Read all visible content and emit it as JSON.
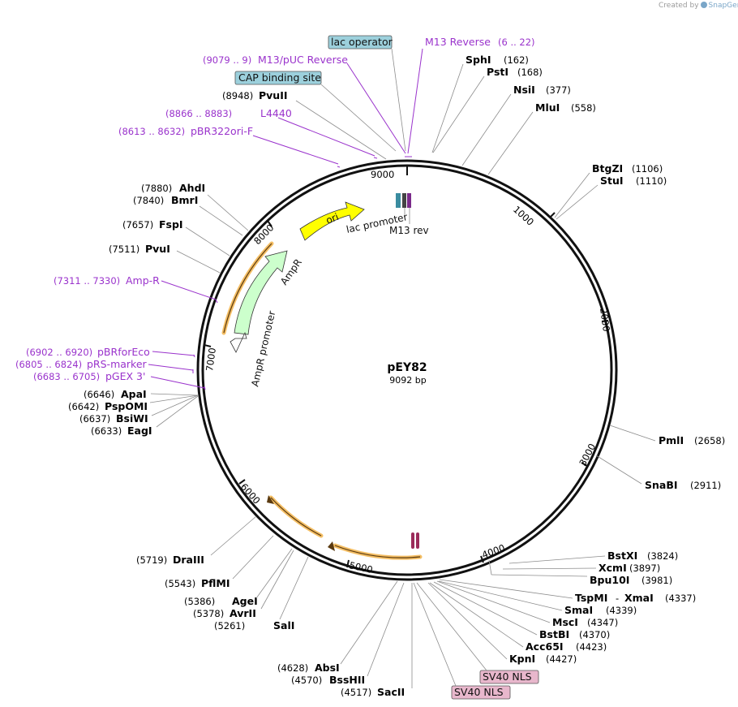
{
  "credit": {
    "prefix": "Created by",
    "brand": "SnapGene"
  },
  "plasmid": {
    "name": "pEY82",
    "length_label": "9092 bp",
    "length": 9092
  },
  "ticks": [
    {
      "pos": 1000,
      "label": "1000"
    },
    {
      "pos": 2000,
      "label": "2000"
    },
    {
      "pos": 3000,
      "label": "3000"
    },
    {
      "pos": 4000,
      "label": "4000"
    },
    {
      "pos": 5000,
      "label": "5000"
    },
    {
      "pos": 6000,
      "label": "6000"
    },
    {
      "pos": 7000,
      "label": "7000"
    },
    {
      "pos": 8000,
      "label": "8000"
    },
    {
      "pos": 9000,
      "label": "9000"
    }
  ],
  "enzymes": [
    {
      "id": "sphi",
      "name": "SphI",
      "pos": "(162)",
      "bp": 162
    },
    {
      "id": "psti",
      "name": "PstI",
      "pos": "(168)",
      "bp": 168
    },
    {
      "id": "nsii",
      "name": "NsiI",
      "pos": "(377)",
      "bp": 377
    },
    {
      "id": "mlui",
      "name": "MluI",
      "pos": "(558)",
      "bp": 558
    },
    {
      "id": "btgzi",
      "name": "BtgZI",
      "pos": "(1106)",
      "bp": 1106
    },
    {
      "id": "stui",
      "name": "StuI",
      "pos": "(1110)",
      "bp": 1110
    },
    {
      "id": "pmli",
      "name": "PmlI",
      "pos": "(2658)",
      "bp": 2658
    },
    {
      "id": "snabi",
      "name": "SnaBI",
      "pos": "(2911)",
      "bp": 2911
    },
    {
      "id": "bstxi",
      "name": "BstXI",
      "pos": "(3824)",
      "bp": 3824
    },
    {
      "id": "xcmi",
      "name": "XcmI",
      "pos": "(3897)",
      "bp": 3897
    },
    {
      "id": "bpu10i",
      "name": "Bpu10I",
      "pos": "(3981)",
      "bp": 3981
    },
    {
      "id": "tspmi",
      "name": "TspMI",
      "pos": "(4337)",
      "bp": 4337,
      "also": "XmaI"
    },
    {
      "id": "smai",
      "name": "SmaI",
      "pos": "(4339)",
      "bp": 4339
    },
    {
      "id": "msci",
      "name": "MscI",
      "pos": "(4347)",
      "bp": 4347
    },
    {
      "id": "bstbi",
      "name": "BstBI",
      "pos": "(4370)",
      "bp": 4370
    },
    {
      "id": "acc65i",
      "name": "Acc65I",
      "pos": "(4423)",
      "bp": 4423
    },
    {
      "id": "kpni",
      "name": "KpnI",
      "pos": "(4427)",
      "bp": 4427
    },
    {
      "id": "sacii",
      "name": "SacII",
      "pos": "(4517)",
      "bp": 4517
    },
    {
      "id": "bsshii",
      "name": "BssHII",
      "pos": "(4570)",
      "bp": 4570
    },
    {
      "id": "absi",
      "name": "AbsI",
      "pos": "(4628)",
      "bp": 4628
    },
    {
      "id": "sali",
      "name": "SalI",
      "pos": "(5261)",
      "bp": 5261
    },
    {
      "id": "avrii",
      "name": "AvrII",
      "pos": "(5378)",
      "bp": 5378
    },
    {
      "id": "agei",
      "name": "AgeI",
      "pos": "(5386)",
      "bp": 5386
    },
    {
      "id": "pflmi",
      "name": "PflMI",
      "pos": "(5543)",
      "bp": 5543
    },
    {
      "id": "draiii",
      "name": "DraIII",
      "pos": "(5719)",
      "bp": 5719
    },
    {
      "id": "eagi",
      "name": "EagI",
      "pos": "(6633)",
      "bp": 6633
    },
    {
      "id": "bsiwi",
      "name": "BsiWI",
      "pos": "(6637)",
      "bp": 6637
    },
    {
      "id": "pspomi",
      "name": "PspOMI",
      "pos": "(6642)",
      "bp": 6642
    },
    {
      "id": "apai",
      "name": "ApaI",
      "pos": "(6646)",
      "bp": 6646
    },
    {
      "id": "pvui",
      "name": "PvuI",
      "pos": "(7511)",
      "bp": 7511
    },
    {
      "id": "fspi",
      "name": "FspI",
      "pos": "(7657)",
      "bp": 7657
    },
    {
      "id": "bmri",
      "name": "BmrI",
      "pos": "(7840)",
      "bp": 7840
    },
    {
      "id": "ahdi",
      "name": "AhdI",
      "pos": "(7880)",
      "bp": 7880
    },
    {
      "id": "pvuii",
      "name": "PvuII",
      "pos": "(8948)",
      "bp": 8948
    }
  ],
  "primers": [
    {
      "id": "m13-reverse",
      "name": "M13 Reverse",
      "range": "(6 .. 22)"
    },
    {
      "id": "m13-puc-reverse",
      "name": "M13/pUC Reverse",
      "range": "(9079 .. 9)"
    },
    {
      "id": "l4440",
      "name": "L4440",
      "range": "(8866 .. 8883)"
    },
    {
      "id": "pbr322ori-f",
      "name": "pBR322ori-F",
      "range": "(8613 .. 8632)"
    },
    {
      "id": "amp-r",
      "name": "Amp-R",
      "range": "(7311 .. 7330)"
    },
    {
      "id": "pbrforeco",
      "name": "pBRforEco",
      "range": "(6902 .. 6920)"
    },
    {
      "id": "prs-marker",
      "name": "pRS-marker",
      "range": "(6805 .. 6824)"
    },
    {
      "id": "pgex-3",
      "name": "pGEX 3'",
      "range": "(6683 .. 6705)"
    }
  ],
  "boxed_features": [
    {
      "id": "lac-operator",
      "label": "lac operator",
      "color": "#9cd0dc"
    },
    {
      "id": "cap-binding-site",
      "label": "CAP binding site",
      "color": "#9cd0dc"
    },
    {
      "id": "sv40-nls-1",
      "label": "SV40 NLS",
      "color": "#e8b7cc"
    },
    {
      "id": "sv40-nls-2",
      "label": "SV40 NLS",
      "color": "#e8b7cc"
    }
  ],
  "inner_features": [
    {
      "id": "ori",
      "label": "ori",
      "color": "#ffff00"
    },
    {
      "id": "ampr",
      "label": "AmpR",
      "color": "#ccffcc"
    },
    {
      "id": "ampr-promoter",
      "label": "AmpR promoter",
      "color": "#ffffff"
    },
    {
      "id": "lac-promoter",
      "label": "lac promoter",
      "color": "#ffffff"
    },
    {
      "id": "m13-rev",
      "label": "M13 rev",
      "color": "#ffffff"
    }
  ],
  "colors": {
    "primer": "#9a33cc",
    "leader": "#8c8c8c",
    "highlight": "#f0a830",
    "backbone": "#111111"
  }
}
